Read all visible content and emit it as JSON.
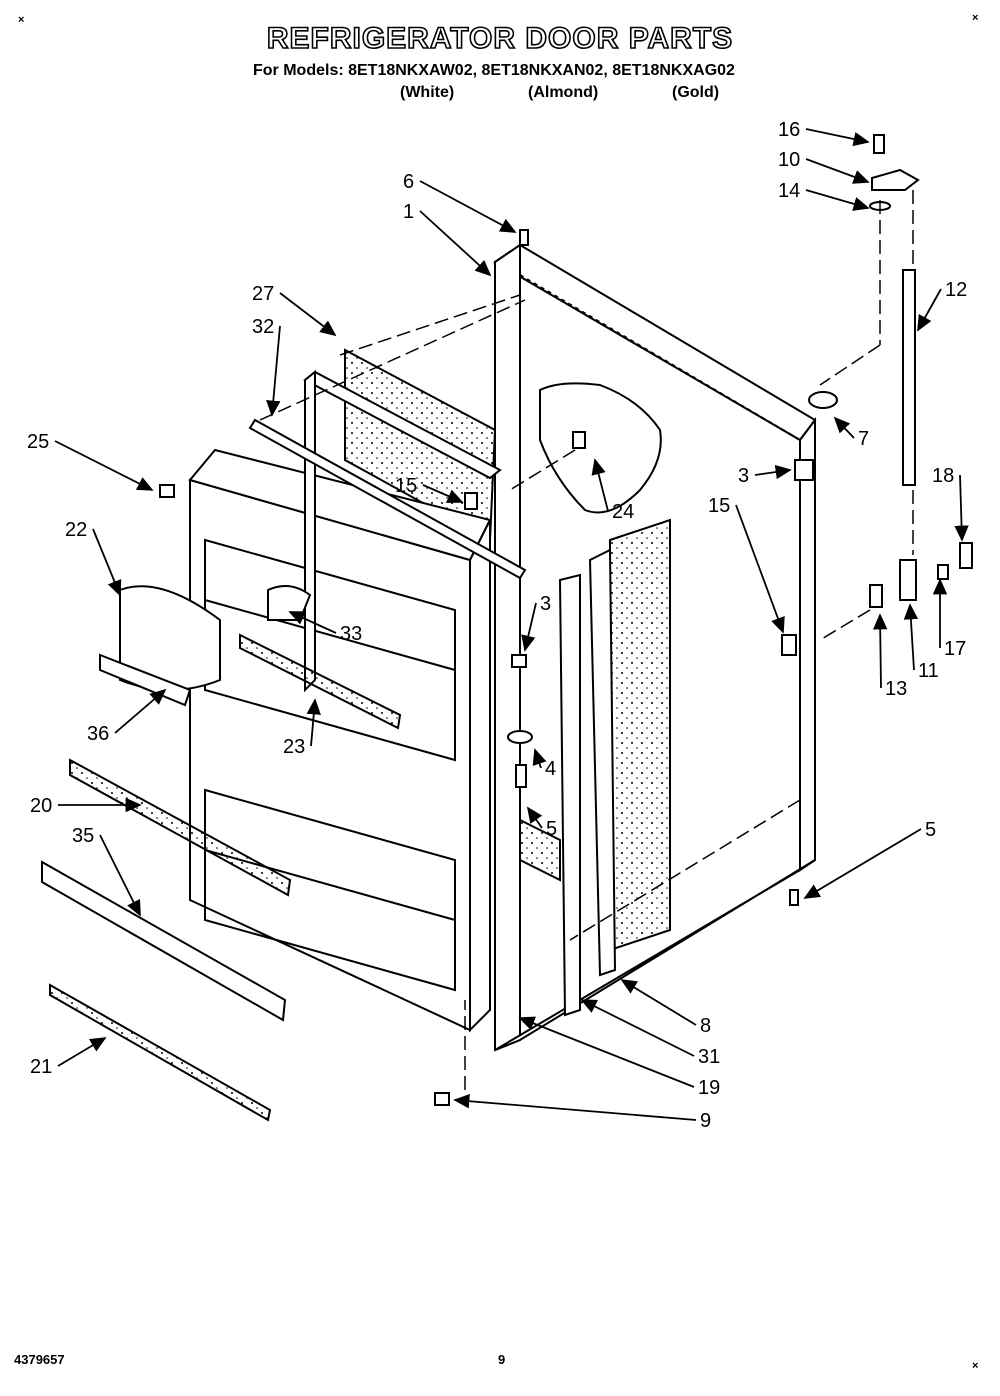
{
  "header": {
    "title": "REFRIGERATOR DOOR PARTS",
    "models_line": "For Models: 8ET18NKXAW02, 8ET18NKXAN02, 8ET18NKXAG02",
    "variants": [
      "(White)",
      "(Almond)",
      "(Gold)"
    ]
  },
  "footer": {
    "doc_number": "4379657",
    "page_number": "9"
  },
  "callouts": [
    {
      "id": "16"
    },
    {
      "id": "10"
    },
    {
      "id": "14"
    },
    {
      "id": "6"
    },
    {
      "id": "1"
    },
    {
      "id": "27"
    },
    {
      "id": "32"
    },
    {
      "id": "12"
    },
    {
      "id": "7"
    },
    {
      "id": "25"
    },
    {
      "id": "3"
    },
    {
      "id": "18"
    },
    {
      "id": "15"
    },
    {
      "id": "24"
    },
    {
      "id": "22"
    },
    {
      "id": "3"
    },
    {
      "id": "15"
    },
    {
      "id": "33"
    },
    {
      "id": "13"
    },
    {
      "id": "11"
    },
    {
      "id": "17"
    },
    {
      "id": "36"
    },
    {
      "id": "23"
    },
    {
      "id": "4"
    },
    {
      "id": "20"
    },
    {
      "id": "5"
    },
    {
      "id": "5"
    },
    {
      "id": "35"
    },
    {
      "id": "8"
    },
    {
      "id": "31"
    },
    {
      "id": "21"
    },
    {
      "id": "19"
    },
    {
      "id": "9"
    }
  ]
}
